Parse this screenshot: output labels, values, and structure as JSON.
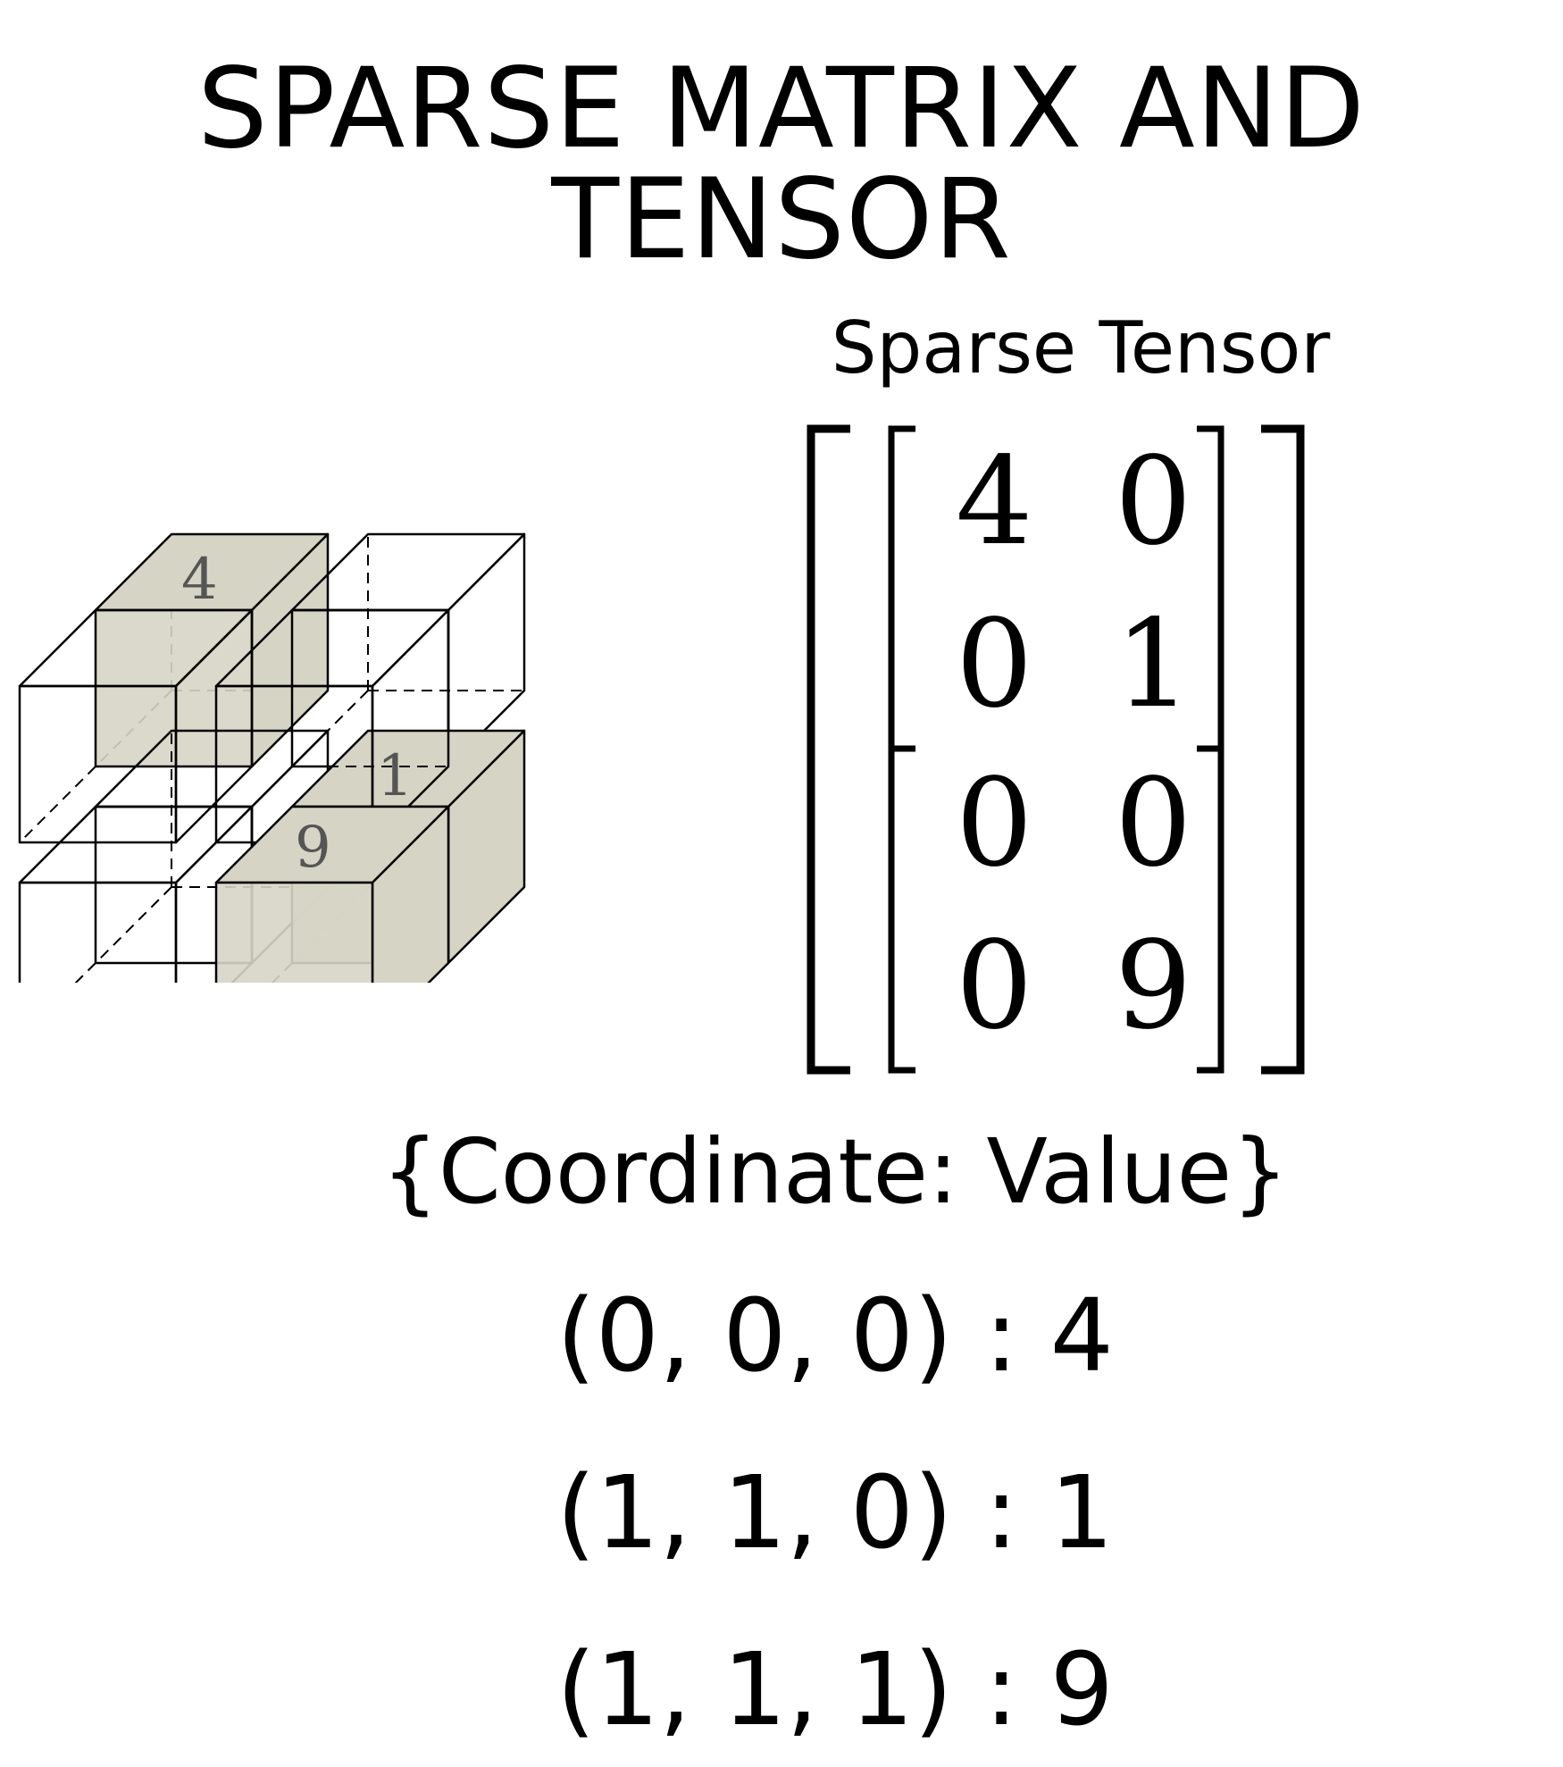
{
  "title": "SPARSE MATRIX AND TENSOR",
  "tensor_label": "Sparse Tensor",
  "tensor": [
    [
      [
        "4",
        "0"
      ],
      [
        "0",
        "1"
      ]
    ],
    [
      [
        "0",
        "0"
      ],
      [
        "0",
        "9"
      ]
    ]
  ],
  "cube_values": [
    "4",
    "1",
    "9"
  ],
  "filled_color": "#d6d5c5",
  "coordinate_heading": "{Coordinate: Value}",
  "entries": [
    {
      "text": "(0, 0, 0) : 4"
    },
    {
      "text": "(1, 1, 0) : 1"
    },
    {
      "text": "(1, 1, 1) : 9"
    }
  ]
}
